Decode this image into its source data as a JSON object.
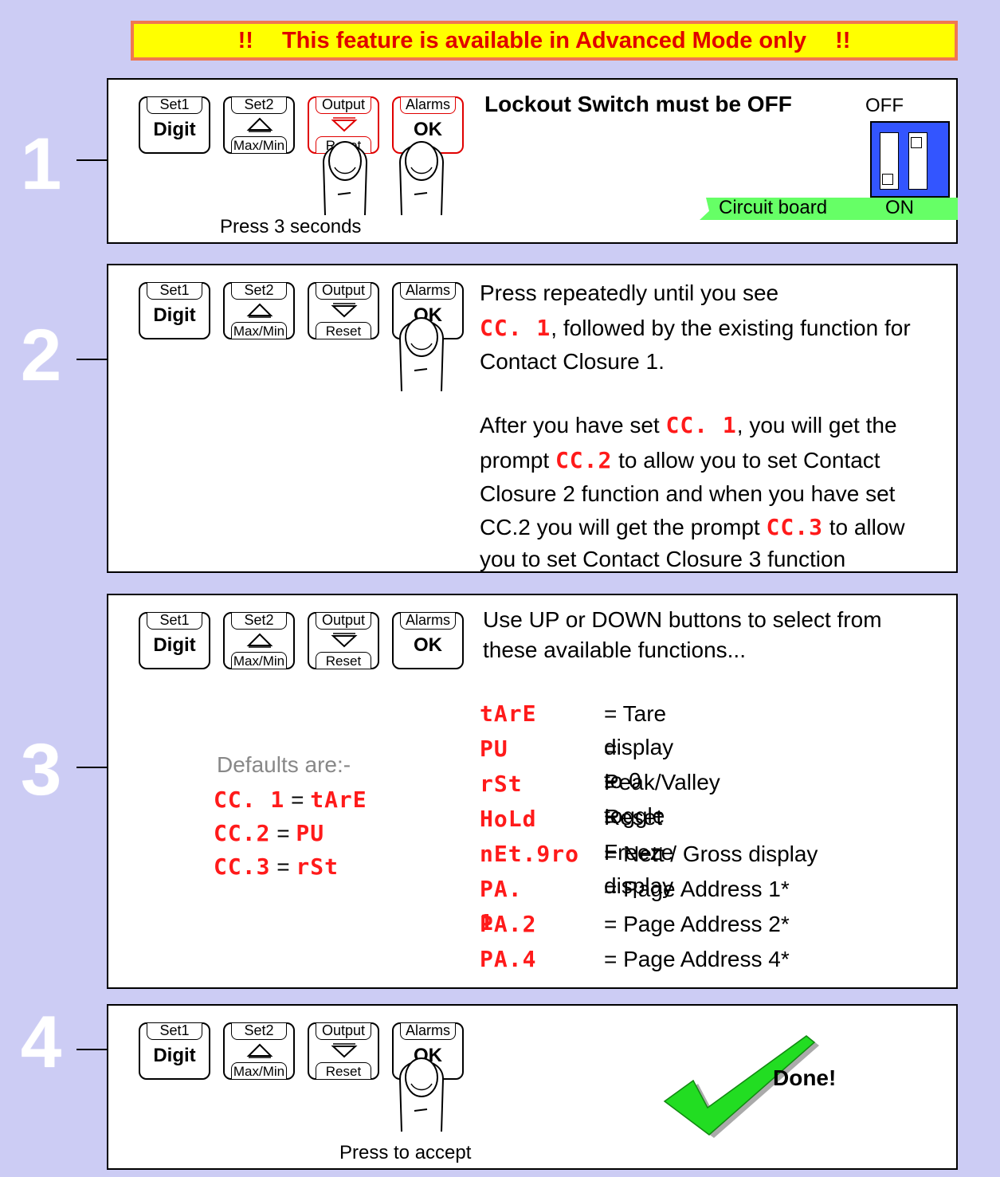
{
  "banner": {
    "bang_left": "!!",
    "text": "This feature is available in Advanced Mode only",
    "bang_right": "!!"
  },
  "keypad": {
    "set1_top": "Set1",
    "set1_main": "Digit",
    "set2_top": "Set2",
    "set2_bottom": "Max/Min",
    "output_top": "Output",
    "output_bottom": "Reset",
    "alarms_top": "Alarms",
    "alarms_main": "OK"
  },
  "step1": {
    "number": "1",
    "heading": "Lockout Switch must be OFF",
    "off_label": "OFF",
    "board_label": "Circuit board",
    "on_label": "ON",
    "press_caption": "Press 3 seconds"
  },
  "step2": {
    "number": "2",
    "p1_a": "Press repeatedly until you see",
    "p1_seg": "CC. 1",
    "p1_b": ", followed by the existing function for",
    "p1_c": "Contact Closure 1.",
    "p2_a": "After you have set",
    "p2_seg1": "CC. 1",
    "p2_b": ", you will get the",
    "p2_c": "prompt",
    "p2_seg2": "CC.2",
    "p2_d": "to allow you to set Contact",
    "p2_e": "Closure 2 function and when you have set",
    "p2_f": "CC.2 you will get the prompt",
    "p2_seg3": "CC.3",
    "p2_g": "to allow",
    "p2_h": "you to set Contact Closure 3 function"
  },
  "step3": {
    "number": "3",
    "intro_a": "Use UP or DOWN buttons to select from",
    "intro_b": "these available functions...",
    "defaults_title": "Defaults are:-",
    "defaults": [
      {
        "code": "CC. 1",
        "eq": "=",
        "value": "tArE"
      },
      {
        "code": "CC.2",
        "eq": "=",
        "value": "PU"
      },
      {
        "code": "CC.3",
        "eq": "=",
        "value": "rSt"
      }
    ],
    "functions": [
      {
        "code": "tArE",
        "desc": "= Tare display to 0"
      },
      {
        "code": "PU",
        "desc": "= Peak/Valley toggle"
      },
      {
        "code": "rSt",
        "desc": "= Reset"
      },
      {
        "code": "HoLd",
        "desc": "= Freeze display"
      },
      {
        "code": "nEt.9ro",
        "desc": "= Nett / Gross display"
      },
      {
        "code": "PA. 1",
        "desc": "= Page Address 1*"
      },
      {
        "code": "PA.2",
        "desc": "= Page Address 2*"
      },
      {
        "code": "PA.4",
        "desc": "= Page Address 4*"
      }
    ]
  },
  "step4": {
    "number": "4",
    "done": "Done!",
    "press_caption": "Press to accept"
  },
  "colors": {
    "background": "#ccccf4",
    "banner_bg": "#ffff00",
    "banner_border": "#f07850",
    "accent_red": "#e00000",
    "check_green": "#22dd22",
    "board_green": "#66ff66",
    "switch_blue": "#3355ff"
  }
}
